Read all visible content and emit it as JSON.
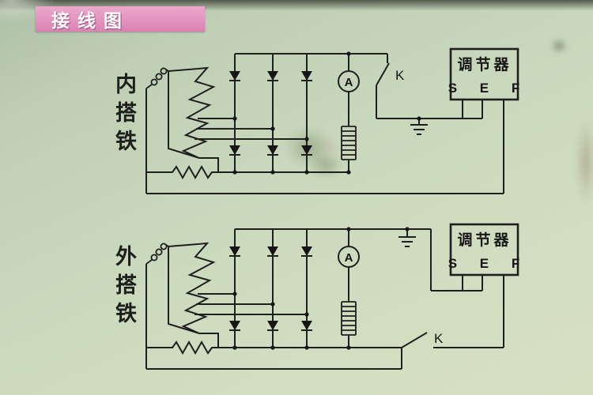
{
  "title": "接线图",
  "colors": {
    "banner": "#d983b3",
    "line": "#1f1f1f",
    "paper": "#c9d8bc"
  },
  "diagrams": [
    {
      "label": "内搭铁",
      "ammeter": "A",
      "switch": "K",
      "regulator_title": "调节器",
      "regulator_terminals": "S E F"
    },
    {
      "label": "外搭铁",
      "ammeter": "A",
      "switch": "K",
      "regulator_title": "调节器",
      "regulator_terminals": "S E F"
    }
  ]
}
